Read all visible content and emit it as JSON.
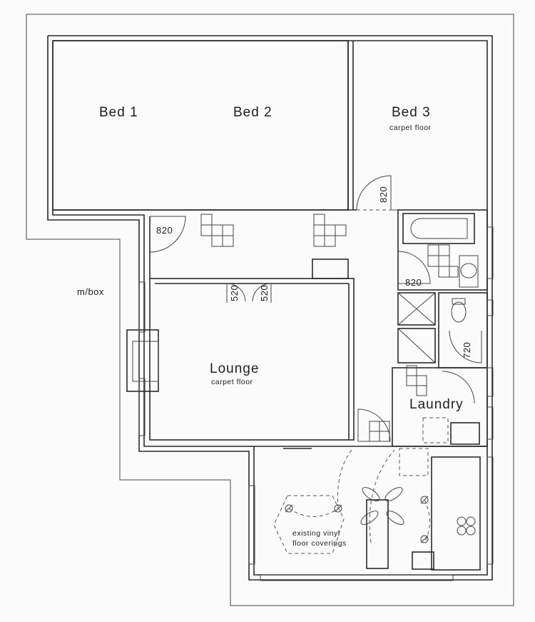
{
  "rooms": {
    "bed1": "Bed 1",
    "bed2": "Bed 2",
    "bed3": "Bed 3",
    "bed3_note": "carpet floor",
    "lounge": "Lounge",
    "lounge_note": "carpet floor",
    "laundry": "Laundry"
  },
  "labels": {
    "mbox": "m/box",
    "kitchen_note_1": "existing vinyl",
    "kitchen_note_2": "floor coverings"
  },
  "doors": {
    "bed3_door": "820",
    "hall_door": "820",
    "lounge_door_left": "520",
    "lounge_door_right": "520",
    "bath_door": "820",
    "wc_door": "720"
  }
}
